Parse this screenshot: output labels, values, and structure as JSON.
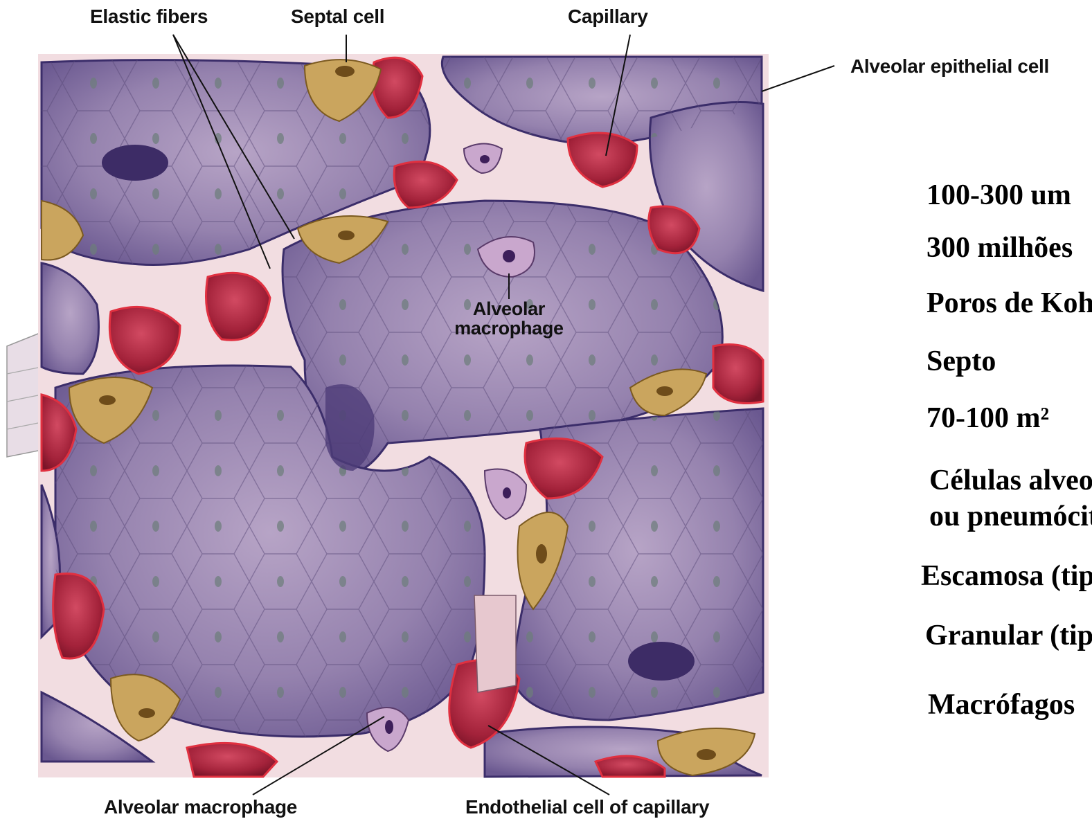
{
  "labels": {
    "elastic_fibers": "Elastic fibers",
    "septal_cell": "Septal cell",
    "capillary": "Capillary",
    "alveolar_epithelial_cell": "Alveolar epithelial cell",
    "alveolar_macrophage_center": [
      "Alveolar",
      "macrophage"
    ],
    "alveolar_macrophage_bottom": "Alveolar macrophage",
    "endothelial_cell": "Endothelial cell of capillary"
  },
  "notes": {
    "line1": "100-300 um",
    "line2": "300 milhões",
    "line3": "Poros de Kohn",
    "line4": "Septo",
    "line5": "70-100 m²",
    "line6a": "Células alveolares",
    "line6b": "ou pneumócitos",
    "bullet1": "Escamosa (tipo I)",
    "bullet2": "Granular (tipo II)",
    "line9": "Macrófagos"
  },
  "colors": {
    "alveolus_fill": "#8c78a8",
    "alveolus_dark": "#5a4780",
    "septum": "#f0d8dc",
    "capillary_red": "#a8283c",
    "septal_cell_tan": "#c9a460",
    "macrophage": "#c9a8cc"
  }
}
